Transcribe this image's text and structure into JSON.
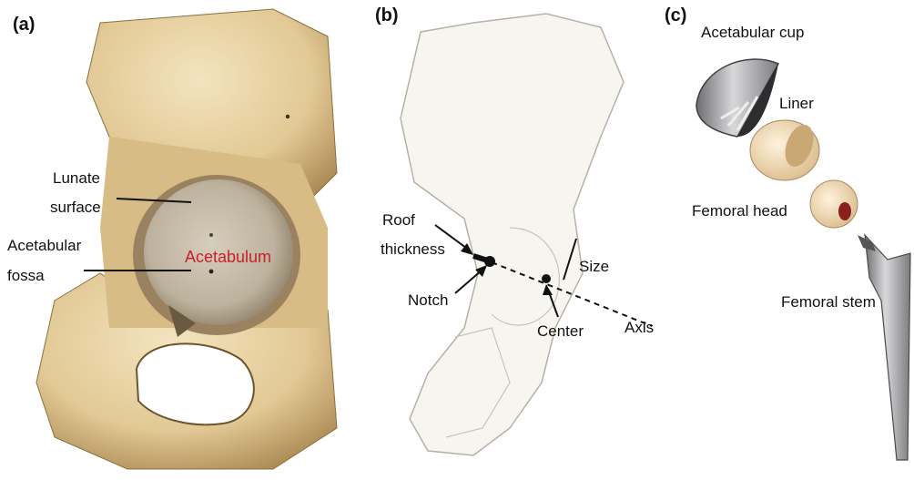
{
  "panels": {
    "a": {
      "tag": "(a)",
      "labels": {
        "lunate_line1": "Lunate",
        "lunate_line2": "surface",
        "fossa_line1": "Acetabular",
        "fossa_line2": "fossa",
        "acetabulum": "Acetabulum"
      }
    },
    "b": {
      "tag": "(b)",
      "labels": {
        "roof_line1": "Roof",
        "roof_line2": "thickness",
        "notch": "Notch",
        "size": "Size",
        "center": "Center",
        "axis": "Axis"
      }
    },
    "c": {
      "tag": "(c)",
      "labels": {
        "cup": "Acetabular cup",
        "liner": "Liner",
        "head": "Femoral head",
        "stem": "Femoral stem"
      }
    }
  },
  "colors": {
    "bone": "#e8d5a8",
    "bone_shadow": "#b89a63",
    "bone_dark": "#7a6138",
    "acetabulum_red": "#c8202a",
    "metal": "#9a9a9c"
  }
}
